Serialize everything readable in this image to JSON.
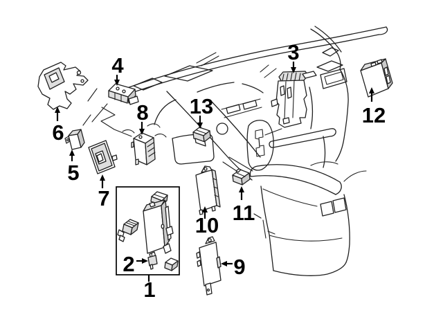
{
  "diagram": {
    "background_color": "#ffffff",
    "line_color": "#1f1f1f",
    "label_color": "#000000",
    "callouts": [
      {
        "label": "1"
      },
      {
        "label": "2"
      },
      {
        "label": "3"
      },
      {
        "label": "4"
      },
      {
        "label": "5"
      },
      {
        "label": "6"
      },
      {
        "label": "7"
      },
      {
        "label": "8"
      },
      {
        "label": "9"
      },
      {
        "label": "10"
      },
      {
        "label": "11"
      },
      {
        "label": "12"
      },
      {
        "label": "13"
      }
    ]
  }
}
